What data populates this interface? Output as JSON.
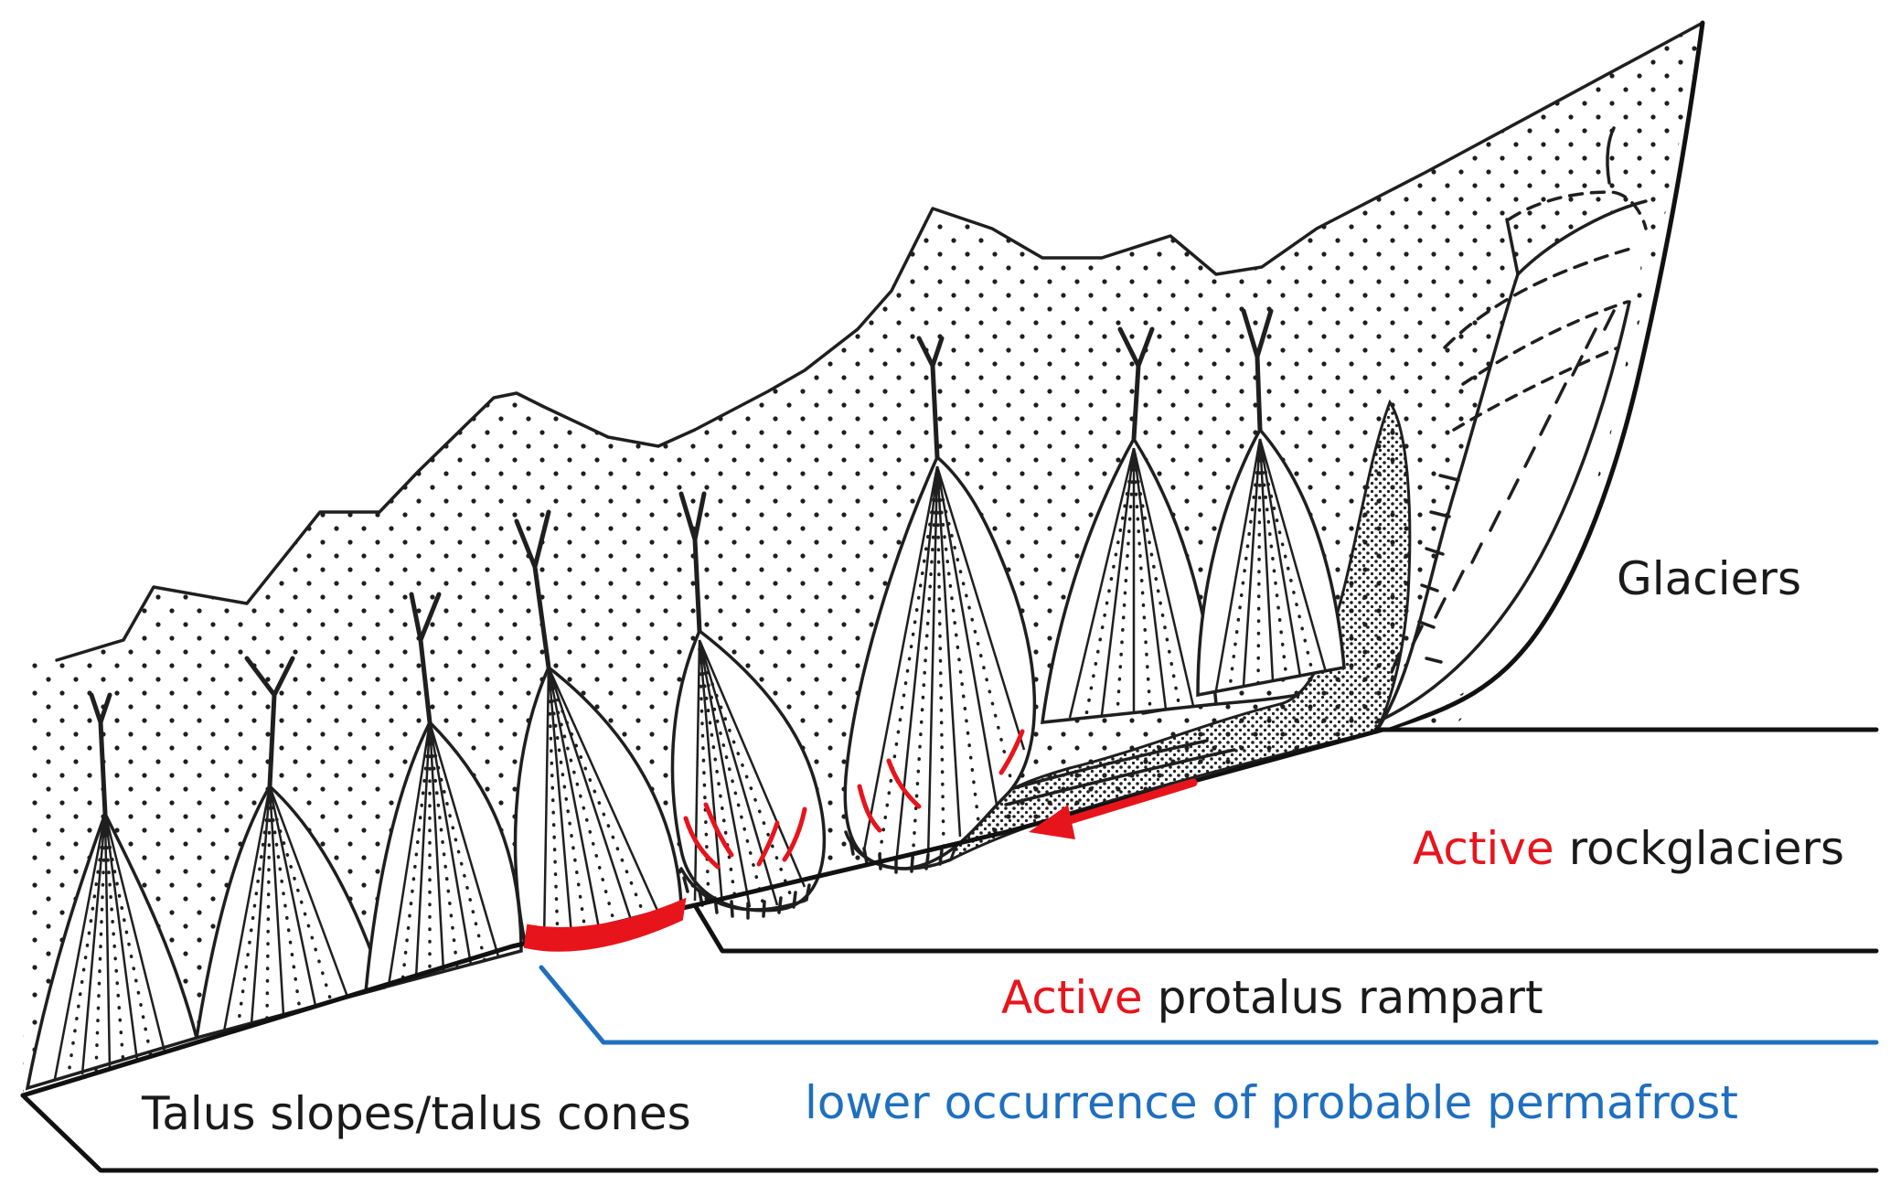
{
  "labels": {
    "glaciers": "Glaciers",
    "rockglaciers_active": "Active",
    "rockglaciers_rest": " rockglaciers",
    "protalus_active": "Active",
    "protalus_rest": " protalus rampart",
    "permafrost": "lower occurrence of probable permafrost",
    "talus": "Talus slopes/talus cones"
  },
  "colors": {
    "ink": "#1f1f1f",
    "active_red": "#e8141c",
    "permafrost_blue": "#1f6fbf",
    "background": "#ffffff"
  }
}
